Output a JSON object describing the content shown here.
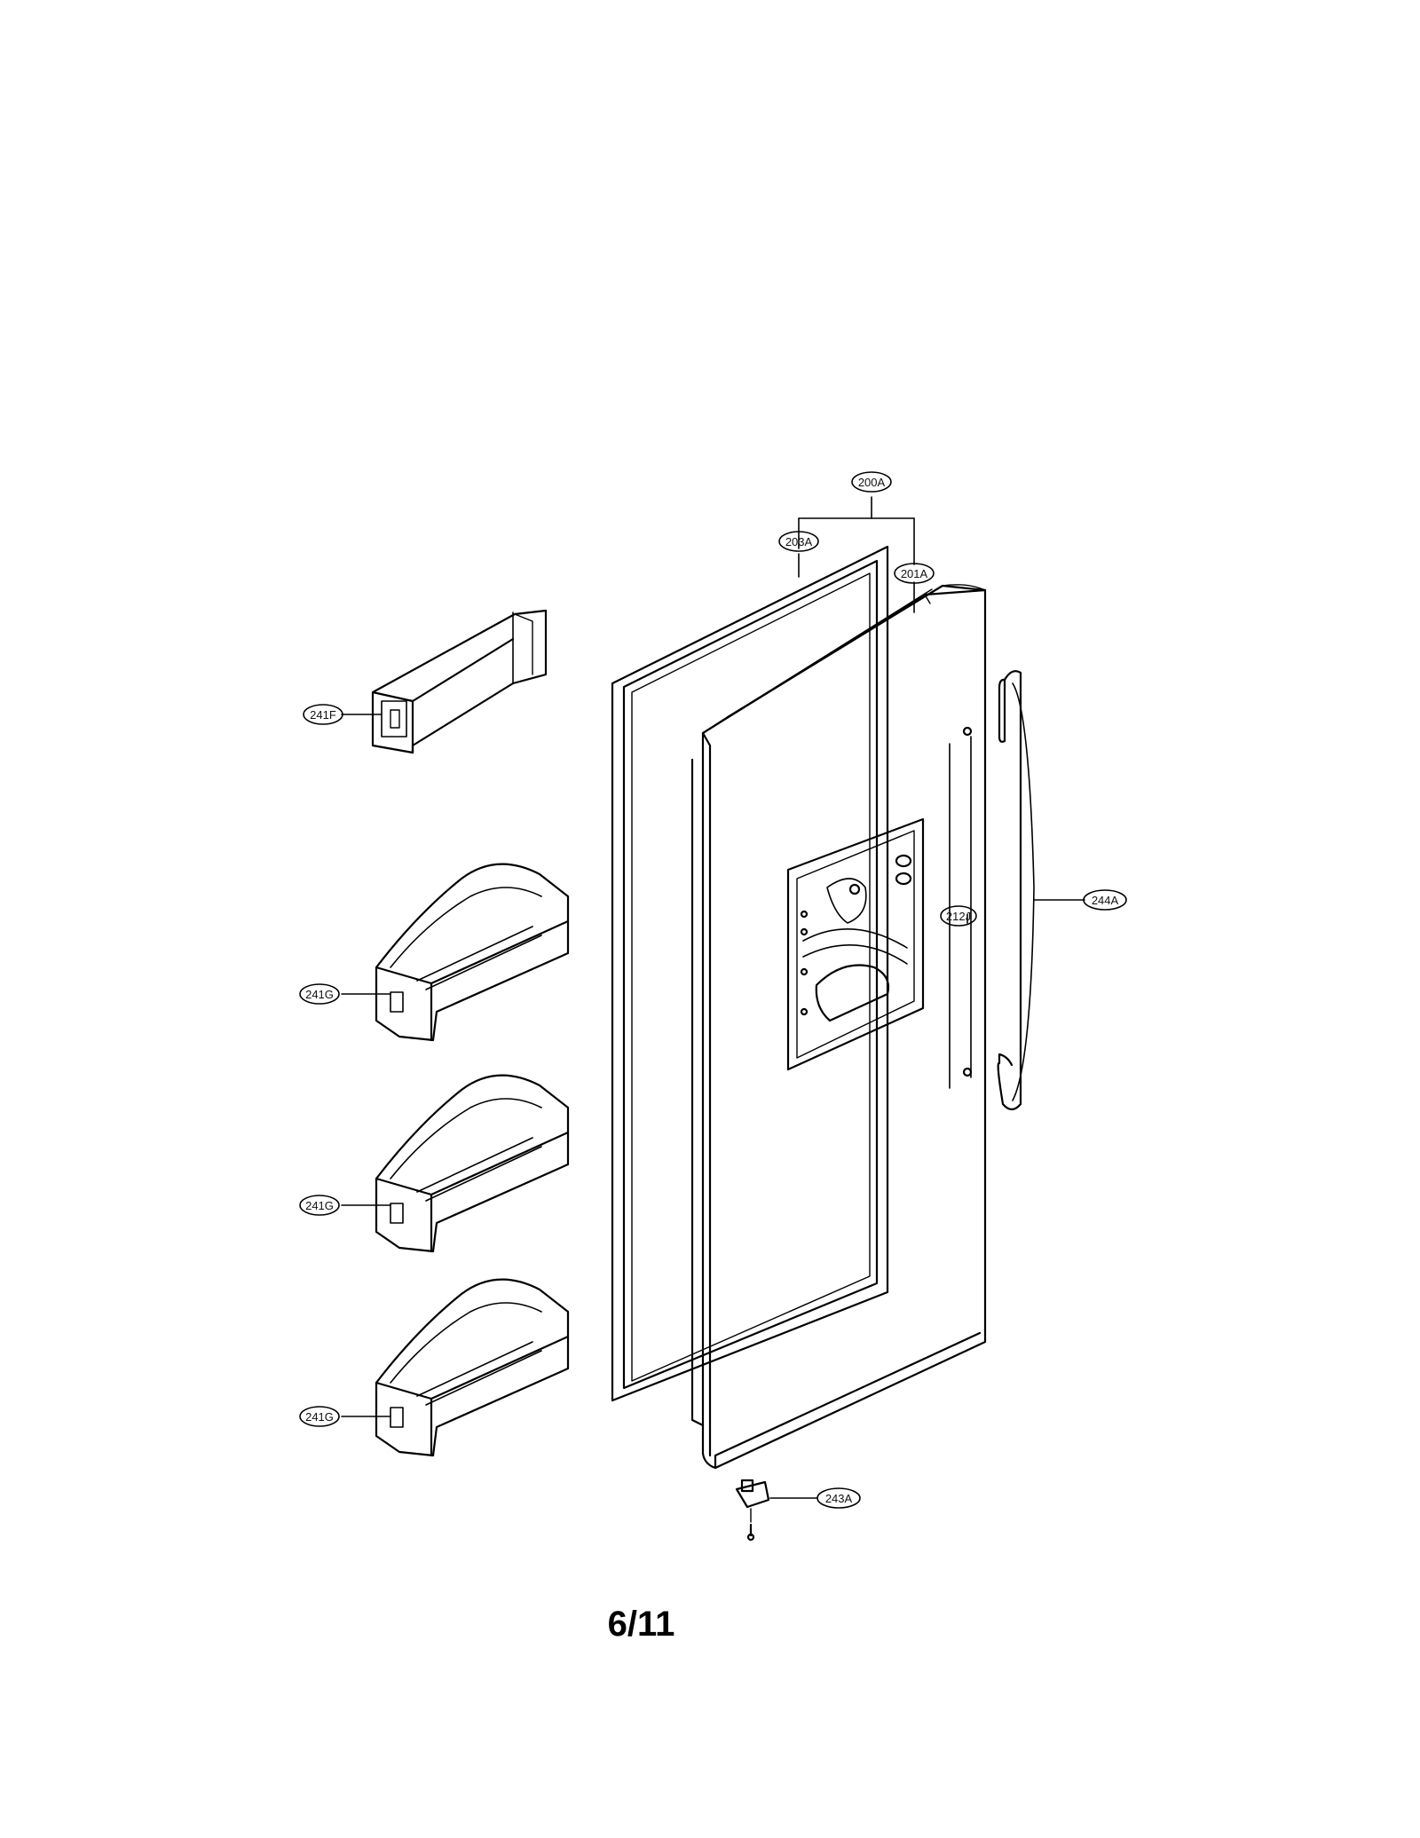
{
  "labels": {
    "l200A": "200A",
    "l203A": "203A",
    "l201A": "201A",
    "l241F": "241F",
    "l212J": "212J",
    "l244A": "244A",
    "l241G_1": "241G",
    "l241G_2": "241G",
    "l241G_3": "241G",
    "l243A": "243A"
  },
  "page": {
    "number": "6/11"
  }
}
